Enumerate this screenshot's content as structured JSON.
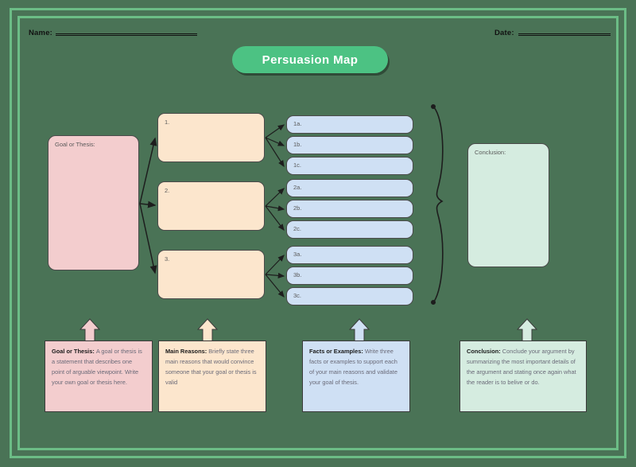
{
  "worksheet": {
    "title": "Persuasion Map",
    "background_color": "#4a7356",
    "frame_color": "#6cbd86",
    "title_pill_color": "#4cc283"
  },
  "header": {
    "name_label": "Name:",
    "date_label": "Date:"
  },
  "map": {
    "thesis": {
      "label": "Goal or Thesis:",
      "color": "#f3cdce"
    },
    "reasons": [
      {
        "label": "1."
      },
      {
        "label": "2."
      },
      {
        "label": "3."
      }
    ],
    "reason_color": "#fce6cd",
    "facts": [
      {
        "label": "1a."
      },
      {
        "label": "1b."
      },
      {
        "label": "1c."
      },
      {
        "label": "2a."
      },
      {
        "label": "2b."
      },
      {
        "label": "2c."
      },
      {
        "label": "3a."
      },
      {
        "label": "3b."
      },
      {
        "label": "3c."
      }
    ],
    "fact_color": "#cfe0f4",
    "conclusion": {
      "label": "Conclusion:",
      "color": "#d5ece0"
    }
  },
  "legend": [
    {
      "term": "Goal or Thesis",
      "separator": ": ",
      "description": "A goal or thesis is a statement that describes one point of arguable viewpoint. Write your own goal or thesis here.",
      "color": "#f3cdce",
      "arrow_icon": "up-arrow-icon"
    },
    {
      "term": "Main Reasons",
      "separator": ": ",
      "description": "Briefly state three main reasons that would convince someone that your goal or thesis is valid",
      "color": "#fce6cd",
      "arrow_icon": "up-arrow-icon"
    },
    {
      "term": "Facts or Examples",
      "separator": ": ",
      "description": "Write three facts or examples to support each of your main reasons and validate your goal of thesis.",
      "color": "#cfe0f4",
      "arrow_icon": "up-arrow-icon"
    },
    {
      "term": "Conclusion",
      "separator": ": ",
      "description": "Conclude your argument by summarizing the most important details of the argument and stating once again what the reader is to belive or do.",
      "color": "#d5ece0",
      "arrow_icon": "up-arrow-icon"
    }
  ]
}
